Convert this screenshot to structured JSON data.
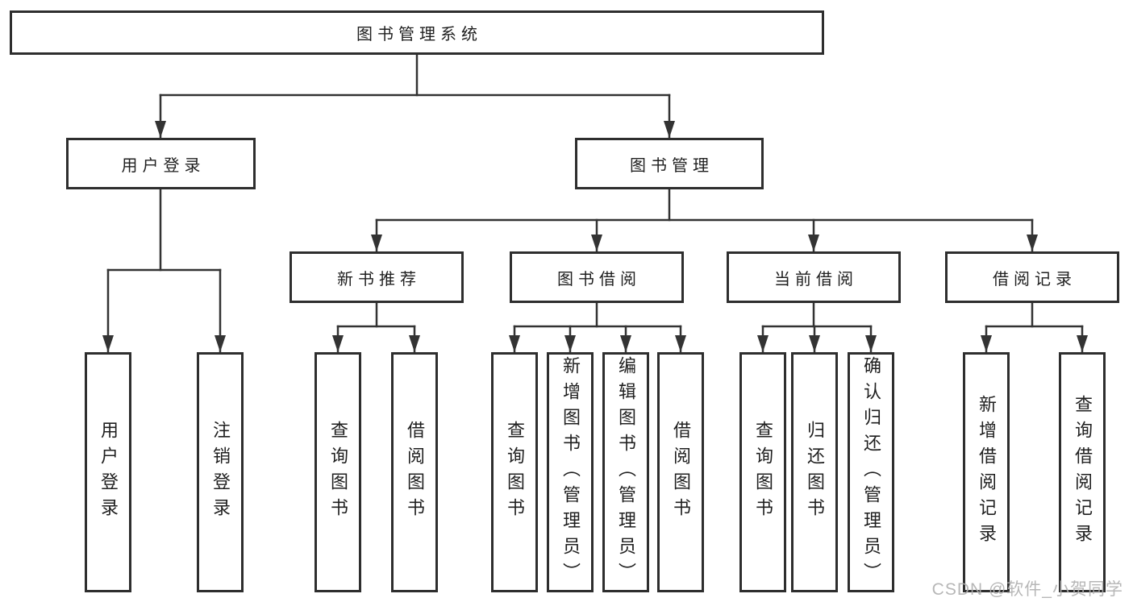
{
  "diagram": {
    "title_node": {
      "label": "图书管理系统"
    },
    "level2": [
      {
        "label": "用户登录"
      },
      {
        "label": "图书管理"
      }
    ],
    "level3": [
      {
        "label": "新书推荐",
        "parent": "图书管理"
      },
      {
        "label": "图书借阅",
        "parent": "图书管理"
      },
      {
        "label": "当前借阅",
        "parent": "图书管理"
      },
      {
        "label": "借阅记录",
        "parent": "图书管理"
      }
    ],
    "leaves": [
      {
        "label": "用户登录",
        "parent": "用户登录"
      },
      {
        "label": "注销登录",
        "parent": "用户登录"
      },
      {
        "label": "查询图书",
        "parent": "新书推荐"
      },
      {
        "label": "借阅图书",
        "parent": "新书推荐"
      },
      {
        "label": "查询图书",
        "parent": "图书借阅"
      },
      {
        "label": "新增图书（管理员）",
        "parent": "图书借阅"
      },
      {
        "label": "编辑图书（管理员）",
        "parent": "图书借阅"
      },
      {
        "label": "借阅图书",
        "parent": "图书借阅"
      },
      {
        "label": "查询图书",
        "parent": "当前借阅"
      },
      {
        "label": "归还图书",
        "parent": "当前借阅"
      },
      {
        "label": "确认归还（管理员）",
        "parent": "当前借阅"
      },
      {
        "label": "新增借阅记录",
        "parent": "借阅记录"
      },
      {
        "label": "查询借阅记录",
        "parent": "借阅记录"
      }
    ],
    "colors": {
      "line": "#333333",
      "box_border": "#2e2e2e",
      "text": "#1f1f1f",
      "background": "#ffffff",
      "watermark": "#b0b0b0"
    }
  },
  "watermark": {
    "text": "CSDN @软件_小贺同学"
  }
}
